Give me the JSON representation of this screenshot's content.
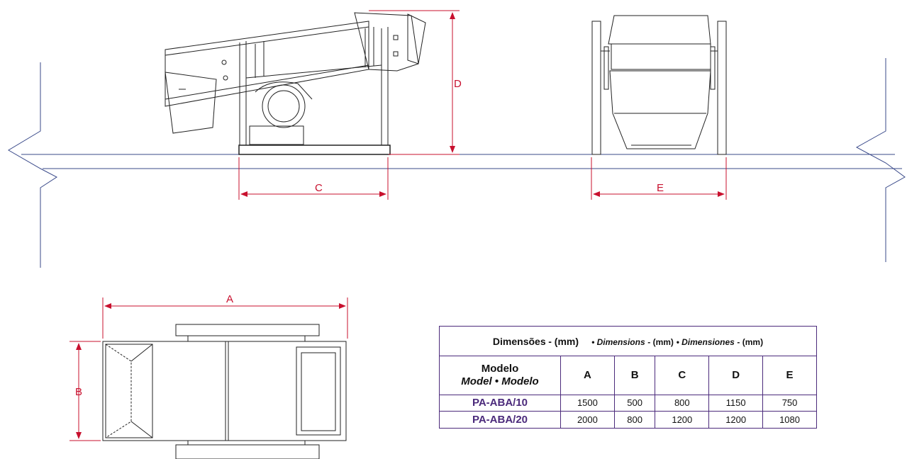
{
  "dimension_labels": {
    "A": "A",
    "B": "B",
    "C": "C",
    "D": "D",
    "E": "E"
  },
  "table": {
    "header": {
      "pt_label": "Dimensões",
      "pt_unit": "- (mm)",
      "en_label": "• Dimensions",
      "en_unit": "- (mm)",
      "es_label": "• Dimensiones",
      "es_unit": "- (mm)"
    },
    "model_header": {
      "line1": "Modelo",
      "line2": "Model • Modelo"
    },
    "columns": [
      "A",
      "B",
      "C",
      "D",
      "E"
    ],
    "rows": [
      {
        "model": "PA-ABA/10",
        "values": [
          "1500",
          "500",
          "800",
          "1150",
          "750"
        ]
      },
      {
        "model": "PA-ABA/20",
        "values": [
          "2000",
          "800",
          "1200",
          "1200",
          "1080"
        ]
      }
    ]
  },
  "colors": {
    "dimension": "#c8102e",
    "line": "#1a1a1a",
    "table_border": "#4b2a7b",
    "model_text": "#4b2a7b"
  }
}
